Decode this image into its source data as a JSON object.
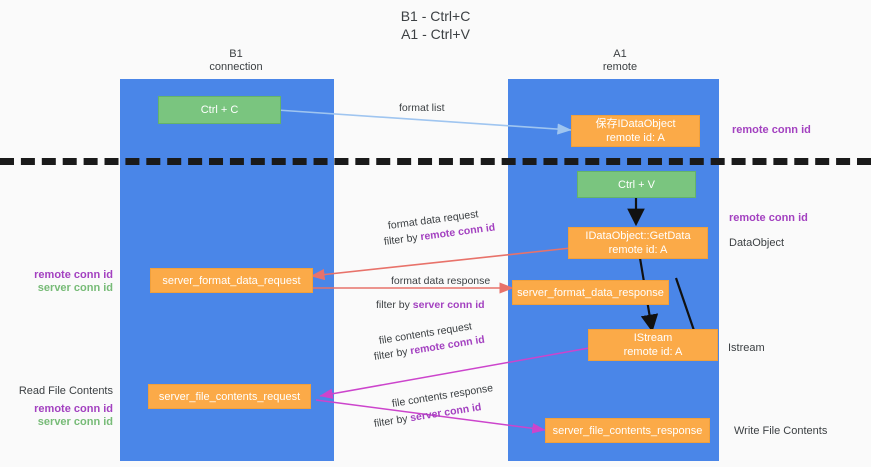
{
  "title": "B1 - Ctrl+C\nA1 - Ctrl+V",
  "lanes": [
    {
      "name": "b1",
      "header": "B1\nconnection",
      "color": "#4a86e8"
    },
    {
      "name": "a1",
      "header": "A1\nremote",
      "color": "#4a86e8"
    }
  ],
  "nodes": {
    "ctrl_c": "Ctrl + C",
    "ctrl_v": "Ctrl + V",
    "idataobject_store": "保存IDataObject\nremote id: A",
    "idataobject_getdata": "IDataObject::GetData\nremote id: A",
    "server_format_data_request": "server_format_data_request",
    "server_format_data_response": "server_format_data_response",
    "istream": "IStream\nremote id: A",
    "server_file_contents_request": "server_file_contents_request",
    "server_file_contents_response": "server_file_contents_response"
  },
  "edges": {
    "format_list": "format list",
    "format_data_request": "format data request",
    "format_data_request_filter_prefix": "filter by ",
    "format_data_request_filter_key": "remote conn id",
    "format_data_response": "format data response",
    "format_data_response_filter_prefix": "filter by ",
    "format_data_response_filter_key": "server conn id",
    "file_contents_request": "file contents request",
    "file_contents_request_filter_prefix": "filter by ",
    "file_contents_request_filter_key": "remote conn id",
    "file_contents_response": "file contents response",
    "file_contents_response_filter_prefix": "filter by ",
    "file_contents_response_filter_key": "server conn id"
  },
  "annotations": {
    "right_remote_conn_id_top": "remote conn id",
    "right_remote_conn_id_mid": "remote conn id",
    "right_dataobject": "DataObject",
    "right_istream": "Istream",
    "right_write_file_contents": "Write File Contents",
    "left_remote_conn_id_mid": "remote conn id",
    "left_server_conn_id_mid": "server conn id",
    "left_read_file_contents": "Read File Contents",
    "left_remote_conn_id_bottom": "remote conn id",
    "left_server_conn_id_bottom": "server conn id"
  },
  "colors": {
    "lane": "#4a86e8",
    "green_node": "#7ac57f",
    "orange_node": "#fbaa48",
    "purple_key": "#a341c0",
    "green_key": "#77bb77",
    "arrow_blue": "#9fc5f0",
    "arrow_red": "#e8726a",
    "arrow_magenta": "#cc44cc",
    "arrow_black": "#111111",
    "background": "#fafafa"
  }
}
